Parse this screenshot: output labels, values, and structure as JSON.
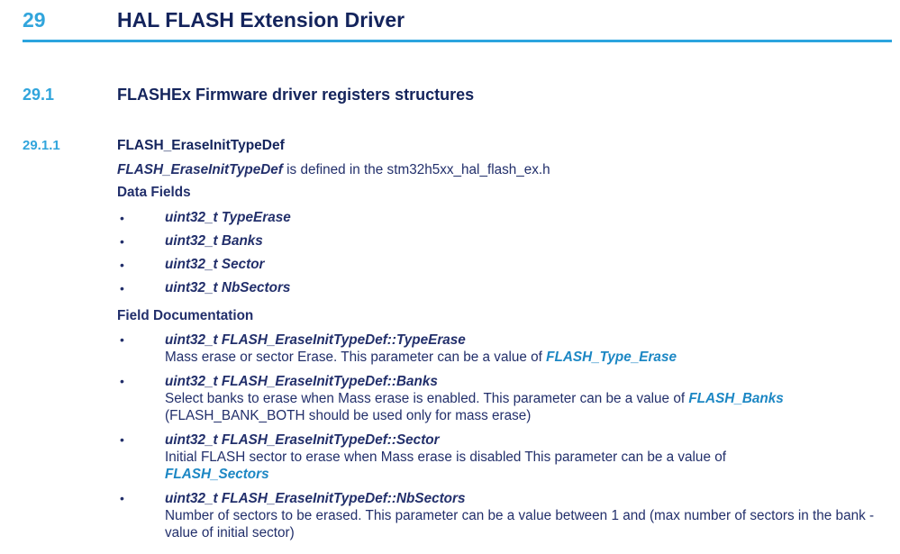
{
  "colors": {
    "accent_light_blue": "#31A5DC",
    "heading_navy": "#14245C",
    "body_navy": "#222F6B",
    "link_blue": "#1C87C4"
  },
  "chapter": {
    "number": "29",
    "title": "HAL FLASH Extension Driver"
  },
  "section": {
    "number": "29.1",
    "title": "FLASHEx Firmware driver registers structures"
  },
  "subsection": {
    "number": "29.1.1",
    "title": "FLASH_EraseInitTypeDef"
  },
  "intro": {
    "emphasis": "FLASH_EraseInitTypeDef",
    "rest": " is defined in the stm32h5xx_hal_flash_ex.h"
  },
  "data_fields": {
    "heading": "Data Fields",
    "items": [
      "uint32_t TypeErase",
      "uint32_t Banks",
      "uint32_t Sector",
      "uint32_t NbSectors"
    ]
  },
  "field_documentation": {
    "heading": "Field Documentation",
    "items": [
      {
        "title": "uint32_t FLASH_EraseInitTypeDef::TypeErase",
        "segments": [
          {
            "type": "plain",
            "text": "Mass erase or sector Erase. This parameter can be a value of "
          },
          {
            "type": "link",
            "text": "FLASH_Type_Erase"
          }
        ]
      },
      {
        "title": "uint32_t FLASH_EraseInitTypeDef::Banks",
        "segments": [
          {
            "type": "plain",
            "text": "Select banks to erase when Mass erase is enabled. This parameter can be a value of "
          },
          {
            "type": "link",
            "text": "FLASH_Banks"
          },
          {
            "type": "plain",
            "text": "\n(FLASH_BANK_BOTH should be used only for mass erase)"
          }
        ]
      },
      {
        "title": "uint32_t FLASH_EraseInitTypeDef::Sector",
        "segments": [
          {
            "type": "plain",
            "text": "Initial FLASH sector to erase when Mass erase is disabled This parameter can be a value of\n"
          },
          {
            "type": "link",
            "text": "FLASH_Sectors"
          }
        ]
      },
      {
        "title": "uint32_t FLASH_EraseInitTypeDef::NbSectors",
        "segments": [
          {
            "type": "plain",
            "text": "Number of sectors to be erased. This parameter can be a value between 1 and (max number of sectors in the bank - value of initial sector)"
          }
        ]
      }
    ]
  }
}
